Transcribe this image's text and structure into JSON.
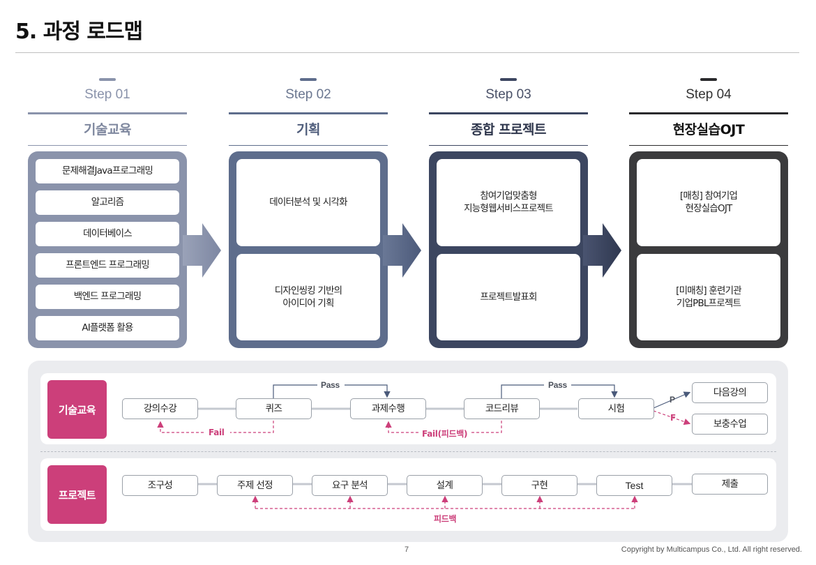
{
  "title": "5. 과정 로드맵",
  "steps": [
    {
      "step": "Step 01",
      "name": "기술교육",
      "color": "#8a93ab",
      "items": [
        "문제해결Java프로그래밍",
        "알고리즘",
        "데이터베이스",
        "프론트엔드 프로그래밍",
        "백엔드 프로그래밍",
        "AI플랫폼 활용"
      ]
    },
    {
      "step": "Step 02",
      "name": "기획",
      "color": "#5e6d8c",
      "items": [
        "데이터분석 및 시각화",
        "디자인씽킹 기반의\n아이디어 기획"
      ]
    },
    {
      "step": "Step 03",
      "name": "종합 프로젝트",
      "color": "#3c4660",
      "items": [
        "참여기업맞춤형\n지능형웹서비스프로젝트",
        "프로젝트발표회"
      ]
    },
    {
      "step": "Step 04",
      "name": "현장실습OJT",
      "color": "#3b3b3d",
      "items": [
        "[매칭] 참여기업\n현장실습OJT",
        "[미매칭] 훈련기관\n기업PBL프로젝트"
      ]
    }
  ],
  "flow1": {
    "label": "기술교육",
    "nodes": [
      "강의수강",
      "퀴즈",
      "과제수행",
      "코드리뷰",
      "시험"
    ],
    "outcomes": [
      "다음강의",
      "보충수업"
    ],
    "pass": "Pass",
    "fail": "Fail",
    "fail_feedback": "Fail(피드백)",
    "p": "P",
    "f": "F"
  },
  "flow2": {
    "label": "프로젝트",
    "nodes": [
      "조구성",
      "주제 선정",
      "요구 분석",
      "설계",
      "구현",
      "Test",
      "제출"
    ],
    "feedback": "피드백"
  },
  "colors": {
    "accent": "#cc3f7a",
    "line_gray": "#c5c9d0",
    "arrow_blue": "#4a5a7a"
  },
  "footer": {
    "page": "7",
    "copyright": "Copyright by Multicampus Co., Ltd. All right reserved."
  }
}
